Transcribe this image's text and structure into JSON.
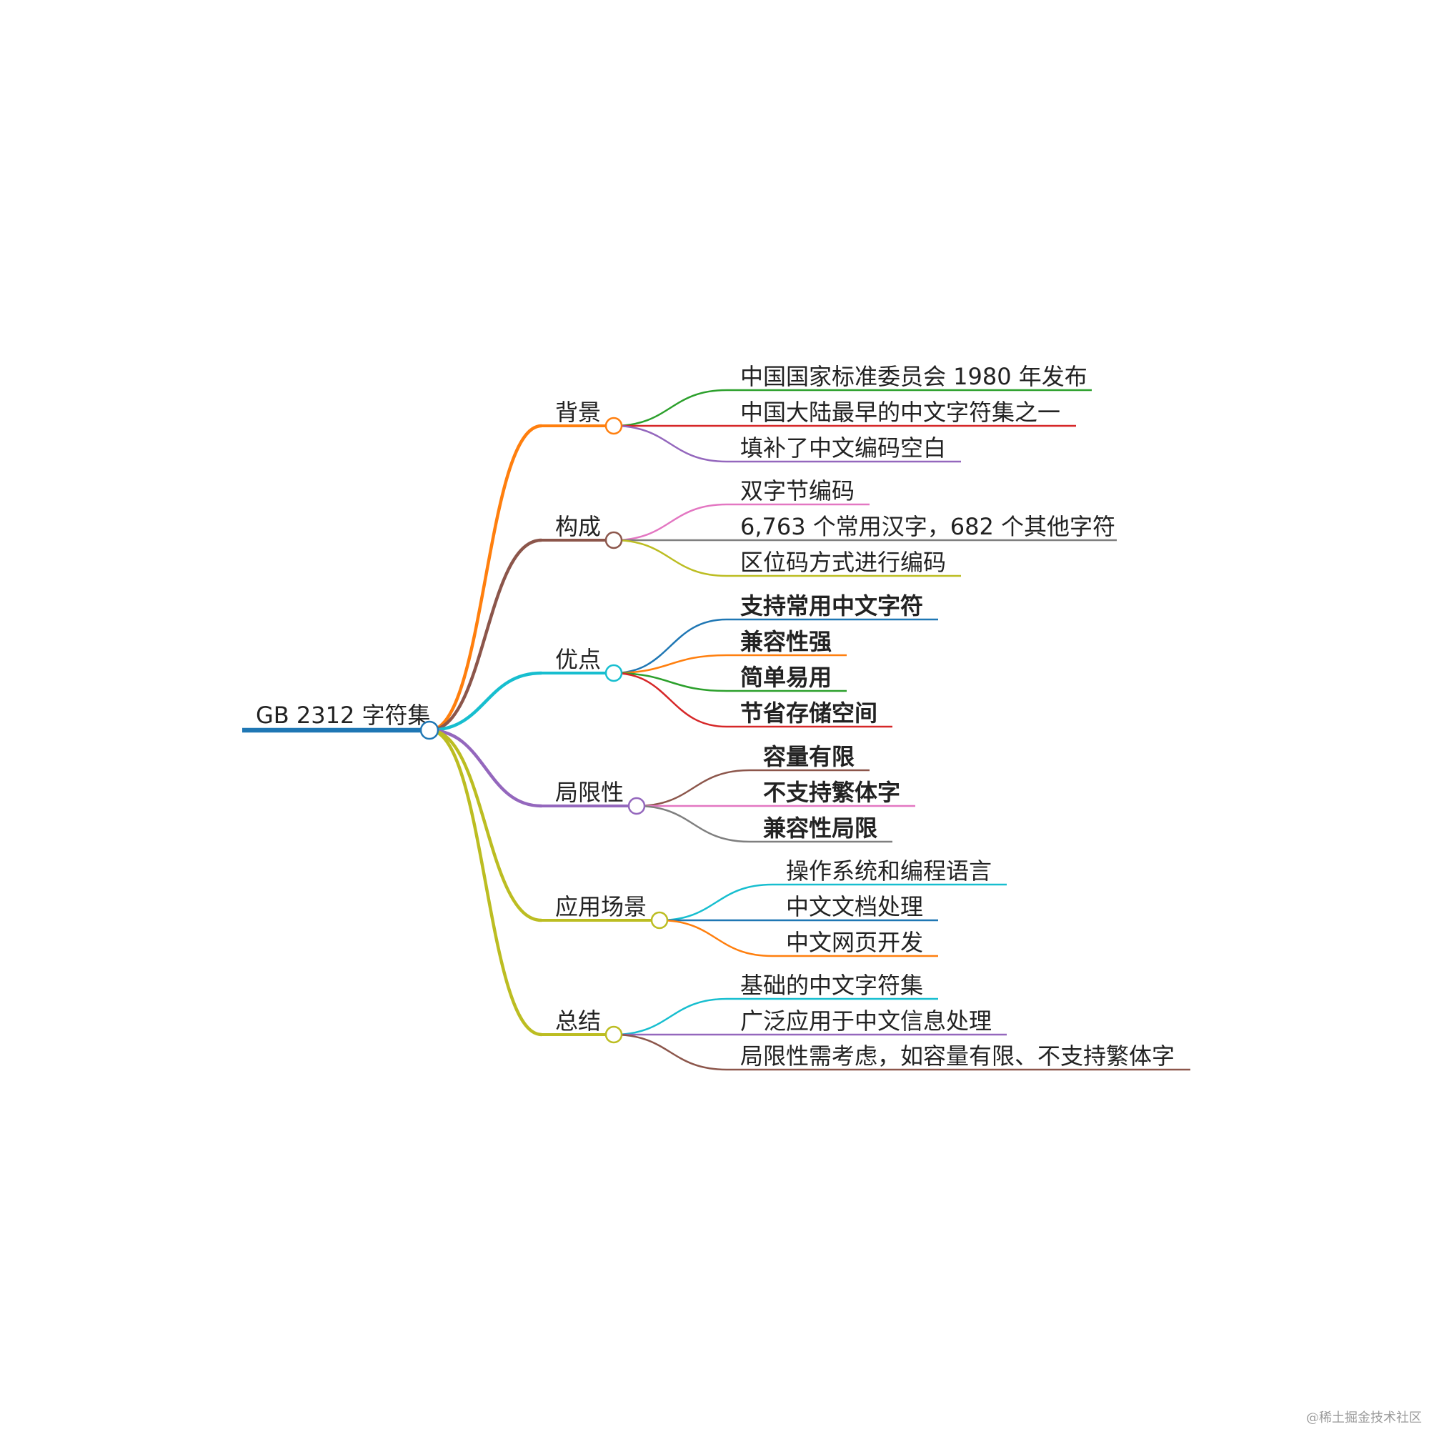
{
  "mindmap": {
    "root": {
      "label": "GB 2312 字符集",
      "color": "#1f77b4",
      "children": [
        {
          "label": "背景",
          "color": "#ff7f0e",
          "children": [
            {
              "label": "中国国家标准委员会 1980 年发布",
              "color": "#2ca02c"
            },
            {
              "label": "中国大陆最早的中文字符集之一",
              "color": "#d62728"
            },
            {
              "label": "填补了中文编码空白",
              "color": "#9467bd"
            }
          ]
        },
        {
          "label": "构成",
          "color": "#8c564b",
          "children": [
            {
              "label": "双字节编码",
              "color": "#e377c2"
            },
            {
              "label": "6,763 个常用汉字，682 个其他字符",
              "color": "#7f7f7f"
            },
            {
              "label": "区位码方式进行编码",
              "color": "#bcbd22"
            }
          ]
        },
        {
          "label": "优点",
          "color": "#17becf",
          "children": [
            {
              "label": "支持常用中文字符",
              "color": "#1f77b4"
            },
            {
              "label": "兼容性强",
              "color": "#ff7f0e"
            },
            {
              "label": "简单易用",
              "color": "#2ca02c"
            },
            {
              "label": "节省存储空间",
              "color": "#d62728"
            }
          ]
        },
        {
          "label": "局限性",
          "color": "#9467bd",
          "children": [
            {
              "label": "容量有限",
              "color": "#8c564b"
            },
            {
              "label": "不支持繁体字",
              "color": "#e377c2"
            },
            {
              "label": "兼容性局限",
              "color": "#7f7f7f"
            }
          ]
        },
        {
          "label": "应用场景",
          "color": "#bcbd22",
          "children": [
            {
              "label": "操作系统和编程语言",
              "color": "#17becf"
            },
            {
              "label": "中文文档处理",
              "color": "#1f77b4"
            },
            {
              "label": "中文网页开发",
              "color": "#ff7f0e"
            }
          ]
        },
        {
          "label": "总结",
          "color": "#bcbd22",
          "children": [
            {
              "label": "基础的中文字符集",
              "color": "#17becf"
            },
            {
              "label": "广泛应用于中文信息处理",
              "color": "#9467bd"
            },
            {
              "label": "局限性需考虑，如容量有限、不支持繁体字",
              "color": "#8c564b"
            }
          ]
        }
      ]
    }
  },
  "watermark": "@稀土掘金技术社区"
}
